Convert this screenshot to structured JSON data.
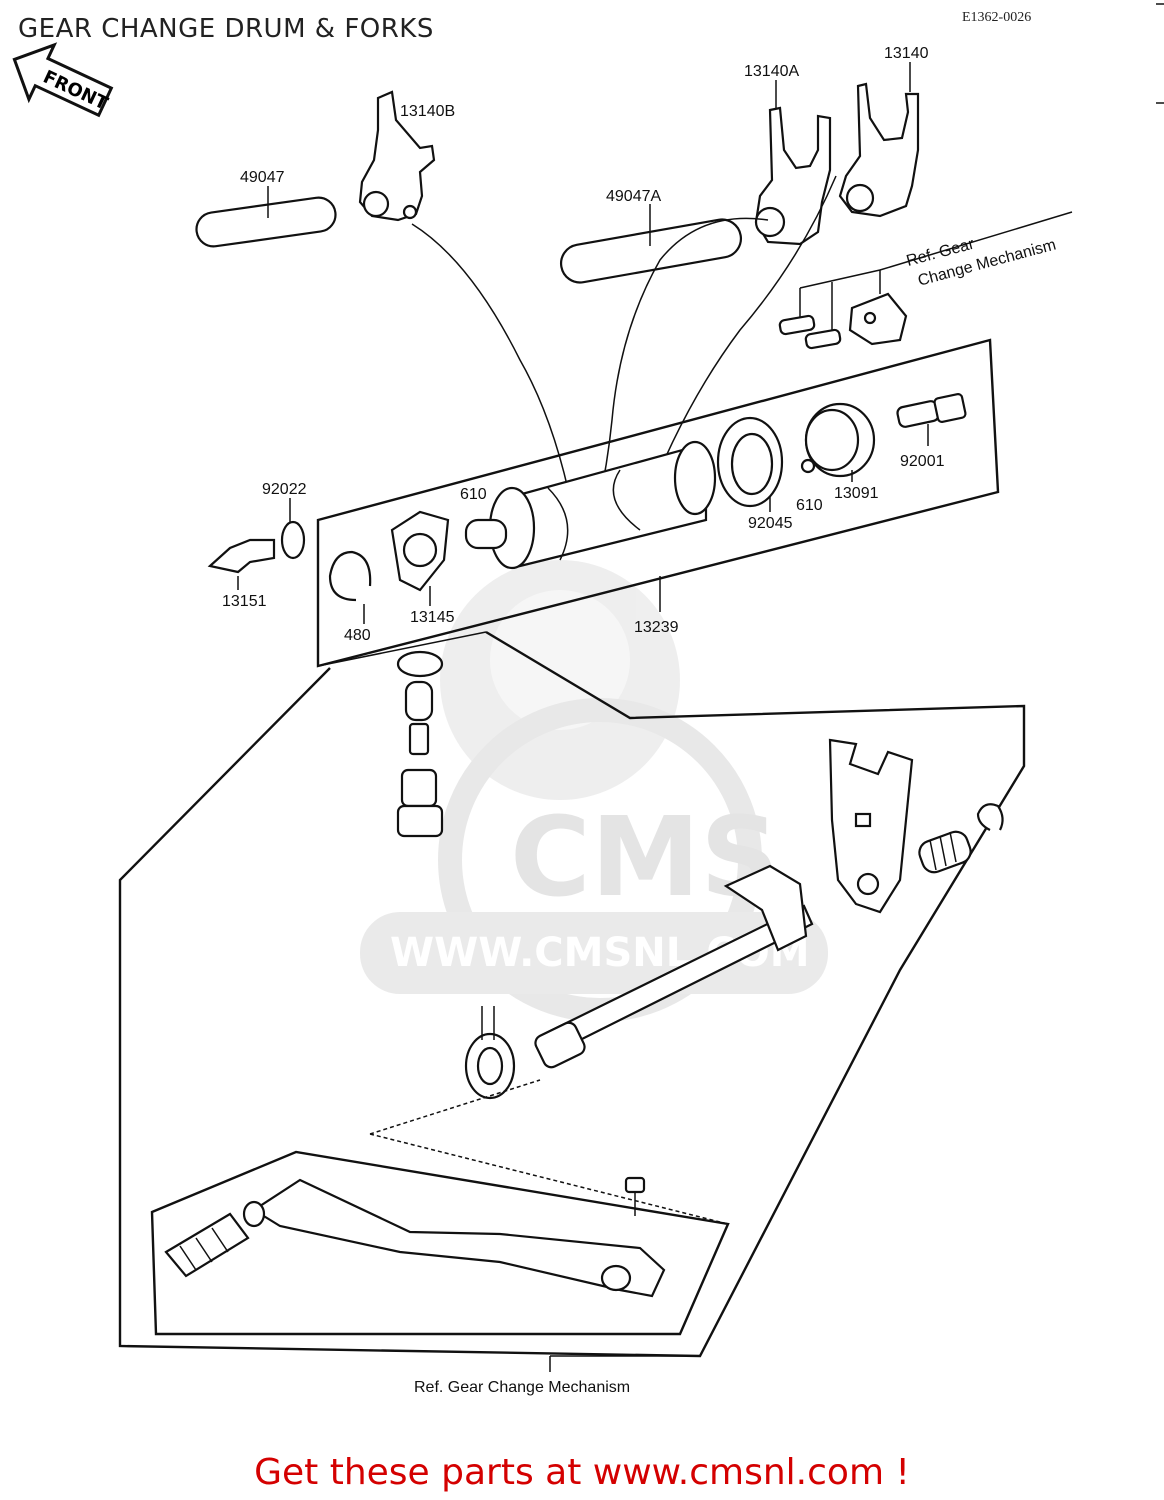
{
  "header": {
    "title": "GEAR CHANGE DRUM & FORKS",
    "diagram_code": "E1362-0026"
  },
  "front_arrow_label": "FRONT",
  "part_labels": {
    "fork_13140B": "13140B",
    "fork_13140A": "13140A",
    "fork_13140": "13140",
    "rod_49047": "49047",
    "rod_49047A": "49047A",
    "washer_92022": "92022",
    "pin_610_left": "610",
    "pin_610_right": "610",
    "bearing_92045": "92045",
    "cam_13091": "13091",
    "bolt_92001": "92001",
    "switch_13151": "13151",
    "circlip_480": "480",
    "plate_13145": "13145",
    "drum_13239": "13239"
  },
  "references": {
    "top_ref_line1": "Ref.    Gear",
    "top_ref_line2": "Change Mechanism",
    "bottom_ref": "Ref.  Gear  Change  Mechanism"
  },
  "watermark": {
    "brand": "CMS",
    "url": "WWW.CMSNL.COM"
  },
  "footer_cta": "Get these parts at www.cmsnl.com !"
}
